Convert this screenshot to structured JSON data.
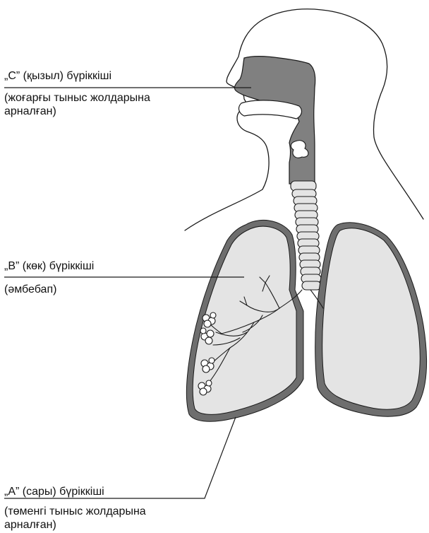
{
  "labels": {
    "c_title": "„C” (қызыл) бүріккіші",
    "c_desc": "(жоғарғы тыныс жолдарына\nарналған)",
    "b_title": "„B” (көк) бүріккіші",
    "b_desc": "(әмбебап)",
    "a_title": "„A” (сары) бүріккіші",
    "a_desc": "(төменгі тыныс жолдарына\nарналған)"
  },
  "colors": {
    "airway_fill": "#808080",
    "lung_border": "#6e6e6e",
    "lung_fill": "#e4e4e4",
    "outline": "#1a1a1a"
  }
}
